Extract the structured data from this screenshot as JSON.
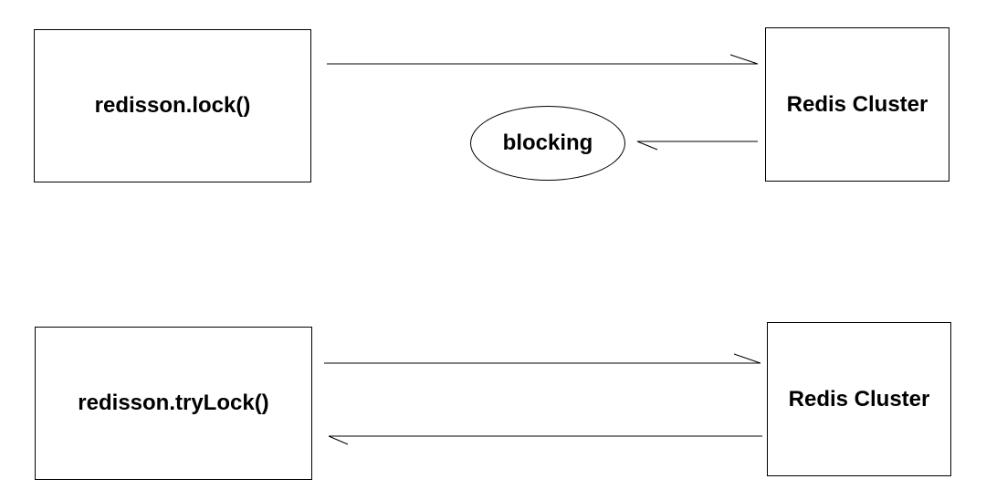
{
  "diagram": {
    "top_row": {
      "client_label": "redisson.lock()",
      "server_label": "Redis Cluster",
      "response_label": "blocking"
    },
    "bottom_row": {
      "client_label": "redisson.tryLock()",
      "server_label": "Redis Cluster"
    },
    "colors": {
      "stroke": "#000000",
      "background": "#ffffff"
    }
  }
}
